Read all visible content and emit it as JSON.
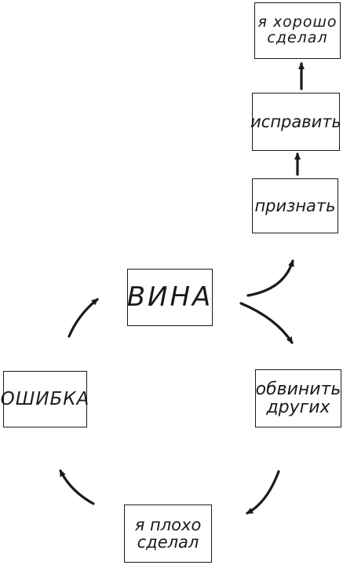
{
  "diagram": {
    "boxes": {
      "guilt": "ВИНА",
      "mistake": "ОШИБКА",
      "blame_others": [
        "обвинить",
        "других"
      ],
      "did_badly": [
        "я плохо",
        "сделал"
      ],
      "admit": "признать",
      "fix": "исправить",
      "did_well": [
        "я хорошо",
        "сделал"
      ]
    },
    "colors": {
      "ink": "#1a1a1a",
      "background": "#ffffff"
    }
  }
}
